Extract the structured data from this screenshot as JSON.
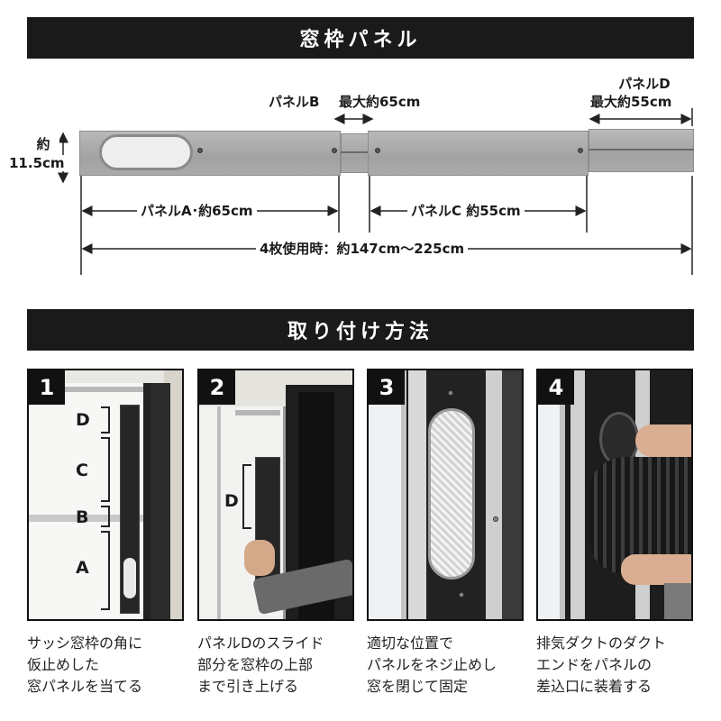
{
  "section1": {
    "title": "窓枠パネル",
    "height_label": [
      "約",
      "11.5cm"
    ],
    "panel_b_label": "パネルB",
    "panel_b_max": "最大約65cm",
    "panel_d_label": [
      "パネルD",
      "最大約55cm"
    ],
    "panel_a_label": "パネルA･約65cm",
    "panel_c_label": "パネルC 約55cm",
    "total_label": "4枚使用時：約147cm～225cm"
  },
  "section2": {
    "title": "取り付け方法",
    "steps": [
      {
        "num": "1",
        "markers": [
          "D",
          "C",
          "B",
          "A"
        ],
        "caption": [
          "サッシ窓枠の角に",
          "仮止めした",
          "窓パネルを当てる"
        ]
      },
      {
        "num": "2",
        "markers": [
          "D"
        ],
        "caption": [
          "パネルDのスライド",
          "部分を窓枠の上部",
          "まで引き上げる"
        ]
      },
      {
        "num": "3",
        "markers": [],
        "caption": [
          "適切な位置で",
          "パネルをネジ止めし",
          "窓を閉じて固定"
        ]
      },
      {
        "num": "4",
        "markers": [],
        "caption": [
          "排気ダクトのダクト",
          "エンドをパネルの",
          "差込口に装着する"
        ]
      }
    ]
  },
  "colors": {
    "banner": "#1a1a1a",
    "panel": "#aaaaaa",
    "frame": "#1c1c1c"
  }
}
